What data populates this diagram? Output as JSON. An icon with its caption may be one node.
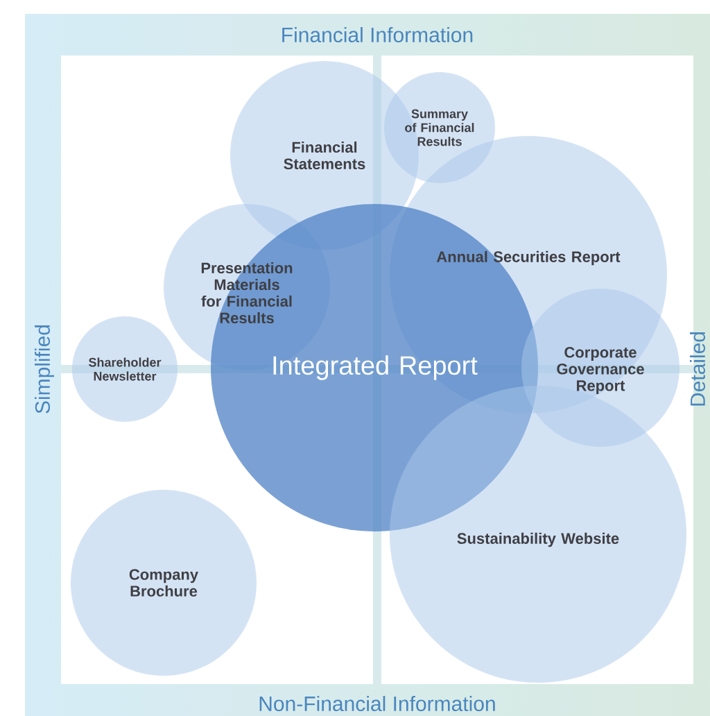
{
  "diagram": {
    "nodes": [
      {
        "text": [
          "Financial Statements"
        ]
      },
      {
        "text": [
          "Summary of Financial Results"
        ]
      },
      {
        "text": [
          "Annual Securities Report"
        ]
      },
      {
        "text": [
          "Presentation Materials for Financial Results"
        ]
      },
      {
        "text": [
          "Shareholder Newsletter"
        ]
      },
      {
        "text": [
          "Integrated Report"
        ]
      },
      {
        "text": [
          "Corporate Governance Report"
        ]
      },
      {
        "text": [
          "Sustainability Website"
        ]
      },
      {
        "text": [
          "Company Brochure"
        ]
      }
    ],
    "labels": [
      "Financial Information",
      "Simplified",
      "Detailed",
      "Non-Financial Information"
    ]
  }
}
